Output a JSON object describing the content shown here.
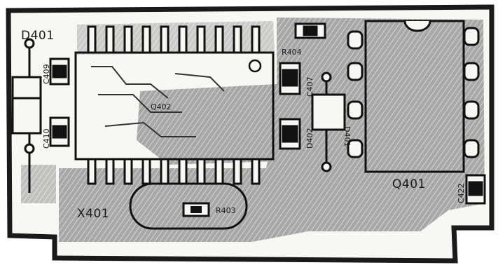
{
  "labels": {
    "D401": "D401",
    "Q402": "Q402",
    "Q401": "Q401",
    "X401": "X401",
    "R404": "R404",
    "C407": "C407",
    "C409": "C409",
    "C410": "C410",
    "D402": "D402",
    "R403": "R403",
    "C422": "C422",
    "D401_diode_tag": "D401"
  },
  "colors": {
    "background": "#ffffff",
    "board": "#f7f7f4",
    "outline": "#1a1a1a",
    "copper": "#8f8f8f",
    "copper_light": "#b5b5b5",
    "component": "#111111",
    "pad_fill": "#ffffff"
  }
}
